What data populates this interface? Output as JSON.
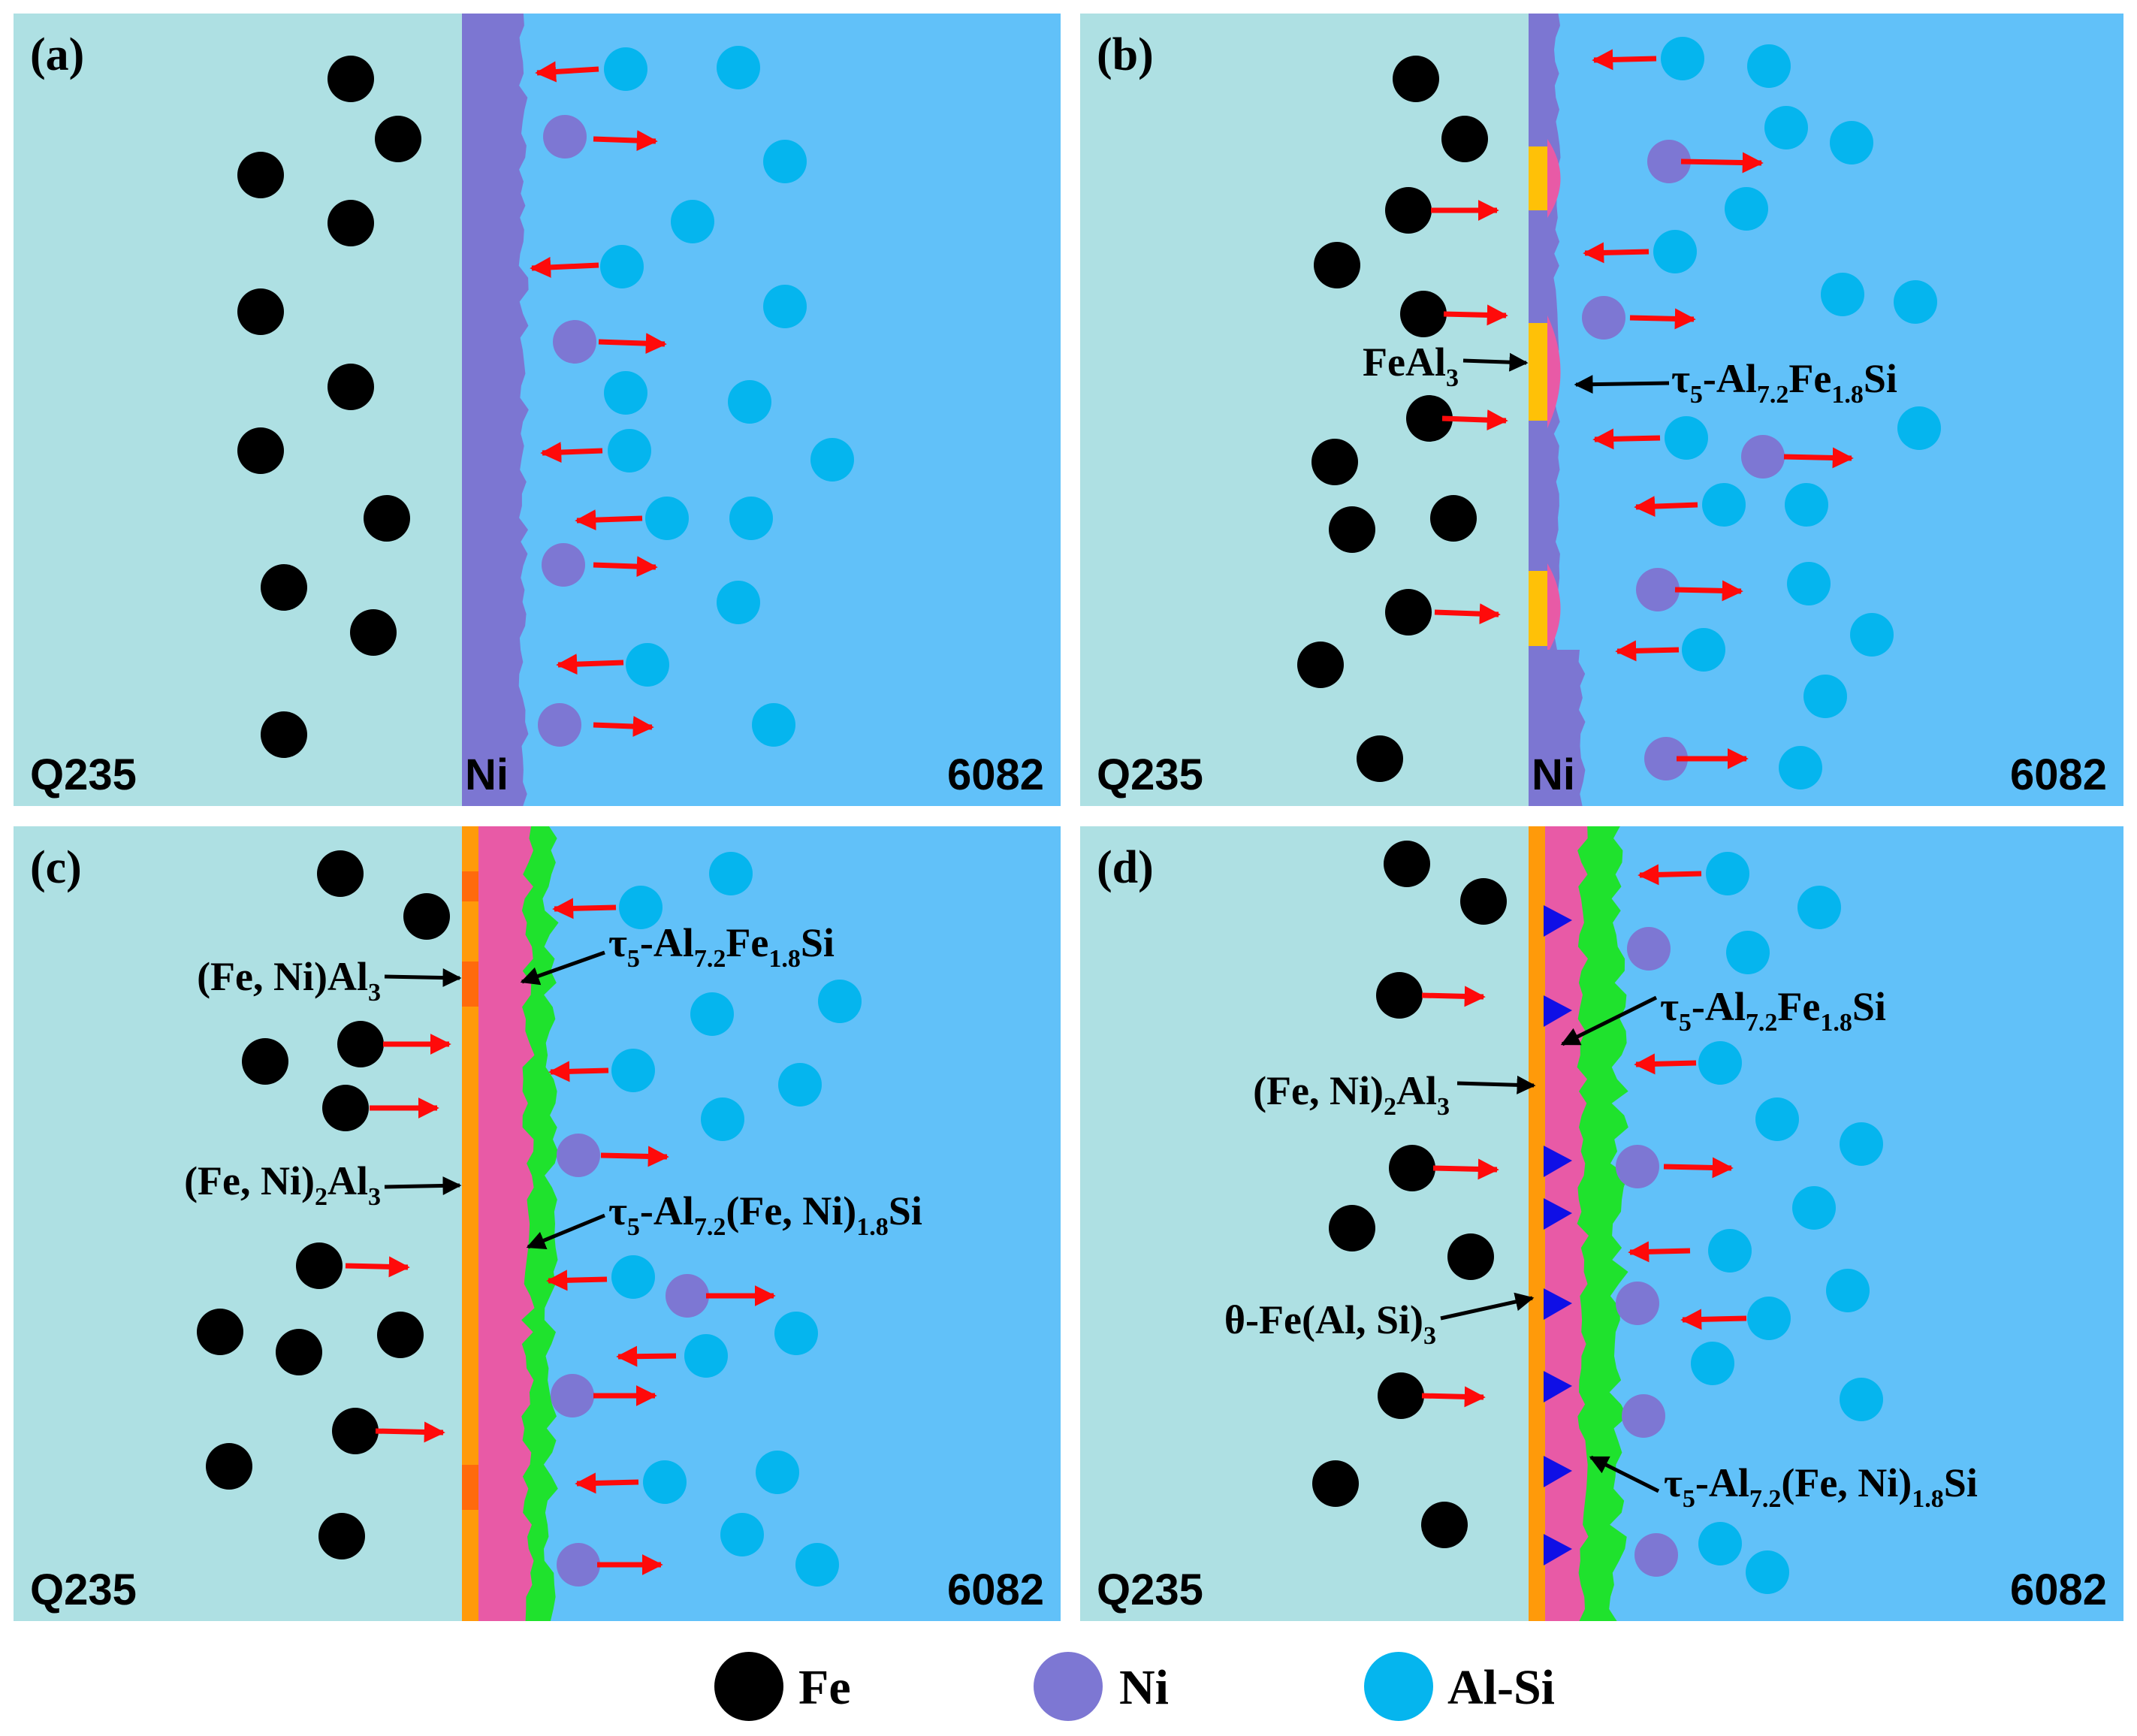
{
  "colors": {
    "steel": "#aee0e3",
    "aluminum": "#61c1f9",
    "fe_atom": "#000000",
    "ni_atom": "#7d77d3",
    "alsi_atom": "#05b5ee",
    "ni_layer": "#7c76d2",
    "feal3": "#ffc107",
    "tau5": "#e85aa6",
    "fe_ni_al3": "#ff6a0c",
    "fe_ni_2_al3": "#ff9a0a",
    "tau5_ni": "#1fe22d",
    "theta": "#0f0fe6",
    "arrow_red": "#ff0a0a",
    "arrow_black": "#000000"
  },
  "panels": [
    {
      "id": "a",
      "label": "(a)",
      "left_material": "Q235",
      "layer_label": "Ni",
      "right_material": "6082",
      "annotations": []
    },
    {
      "id": "b",
      "label": "(b)",
      "left_material": "Q235",
      "layer_label": "Ni",
      "right_material": "6082",
      "annotations": [
        {
          "id": "feal3",
          "parts": [
            [
              "FeAl",
              ""
            ],
            [
              "3",
              "sub"
            ]
          ]
        },
        {
          "id": "tau5",
          "parts": [
            [
              "τ",
              ""
            ],
            [
              "5",
              "sub"
            ],
            [
              "-Al",
              ""
            ],
            [
              "7.2",
              "sub"
            ],
            [
              "Fe",
              ""
            ],
            [
              "1.8",
              "sub"
            ],
            [
              "Si",
              ""
            ]
          ]
        }
      ]
    },
    {
      "id": "c",
      "label": "(c)",
      "left_material": "Q235",
      "layer_label": "",
      "right_material": "6082",
      "annotations": [
        {
          "id": "feni_al3",
          "parts": [
            [
              "(Fe, Ni)Al",
              ""
            ],
            [
              "3",
              "sub"
            ]
          ]
        },
        {
          "id": "tau5",
          "parts": [
            [
              "τ",
              ""
            ],
            [
              "5",
              "sub"
            ],
            [
              "-Al",
              ""
            ],
            [
              "7.2",
              "sub"
            ],
            [
              "Fe",
              ""
            ],
            [
              "1.8",
              "sub"
            ],
            [
              "Si",
              ""
            ]
          ]
        },
        {
          "id": "feni2_al3",
          "parts": [
            [
              "(Fe, Ni)",
              ""
            ],
            [
              "2",
              "sub"
            ],
            [
              "Al",
              ""
            ],
            [
              "3",
              "sub"
            ]
          ]
        },
        {
          "id": "tau5_ni",
          "parts": [
            [
              "τ",
              ""
            ],
            [
              "5",
              "sub"
            ],
            [
              "-Al",
              ""
            ],
            [
              "7.2",
              "sub"
            ],
            [
              "(Fe, Ni)",
              ""
            ],
            [
              "1.8",
              "sub"
            ],
            [
              "Si",
              ""
            ]
          ]
        }
      ]
    },
    {
      "id": "d",
      "label": "(d)",
      "left_material": "Q235",
      "layer_label": "",
      "right_material": "6082",
      "annotations": [
        {
          "id": "tau5",
          "parts": [
            [
              "τ",
              ""
            ],
            [
              "5",
              "sub"
            ],
            [
              "-Al",
              ""
            ],
            [
              "7.2",
              "sub"
            ],
            [
              "Fe",
              ""
            ],
            [
              "1.8",
              "sub"
            ],
            [
              "Si",
              ""
            ]
          ]
        },
        {
          "id": "feni2_al3",
          "parts": [
            [
              "(Fe, Ni)",
              ""
            ],
            [
              "2",
              "sub"
            ],
            [
              "Al",
              ""
            ],
            [
              "3",
              "sub"
            ]
          ]
        },
        {
          "id": "theta",
          "parts": [
            [
              "θ-Fe(Al, Si)",
              ""
            ],
            [
              "3",
              "sub"
            ]
          ]
        },
        {
          "id": "tau5_ni",
          "parts": [
            [
              "τ",
              ""
            ],
            [
              "5",
              "sub"
            ],
            [
              "-Al",
              ""
            ],
            [
              "7.2",
              "sub"
            ],
            [
              "(Fe, Ni)",
              ""
            ],
            [
              "1.8",
              "sub"
            ],
            [
              "Si",
              ""
            ]
          ]
        }
      ]
    }
  ],
  "legend": [
    {
      "id": "fe",
      "label": "Fe",
      "color": "#000000"
    },
    {
      "id": "ni",
      "label": "Ni",
      "color": "#7d77d3"
    },
    {
      "id": "alsi",
      "label": "Al-Si",
      "color": "#05b5ee"
    }
  ]
}
